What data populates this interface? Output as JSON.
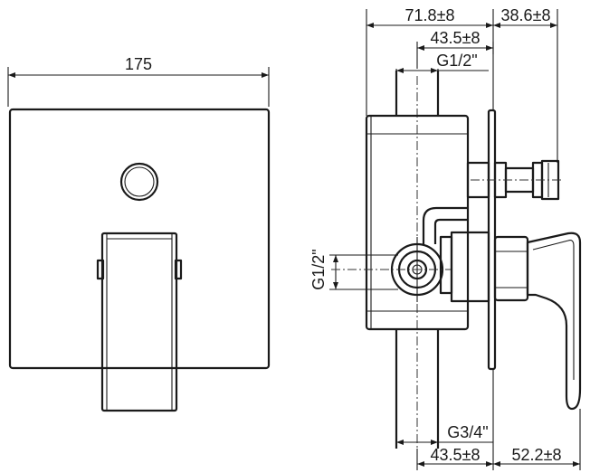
{
  "front_view": {
    "width_label": "175"
  },
  "side_view": {
    "top_dims": {
      "overall_depth": "71.8±8",
      "handle_depth": "38.6±8",
      "centre_offset": "43.5±8",
      "top_thread": "G1/2\""
    },
    "left_dims": {
      "side_thread": "G1/2\""
    },
    "bottom_dims": {
      "bottom_thread": "G3/4\"",
      "centre_offset": "43.5±8",
      "handle_depth": "52.2±8"
    }
  }
}
